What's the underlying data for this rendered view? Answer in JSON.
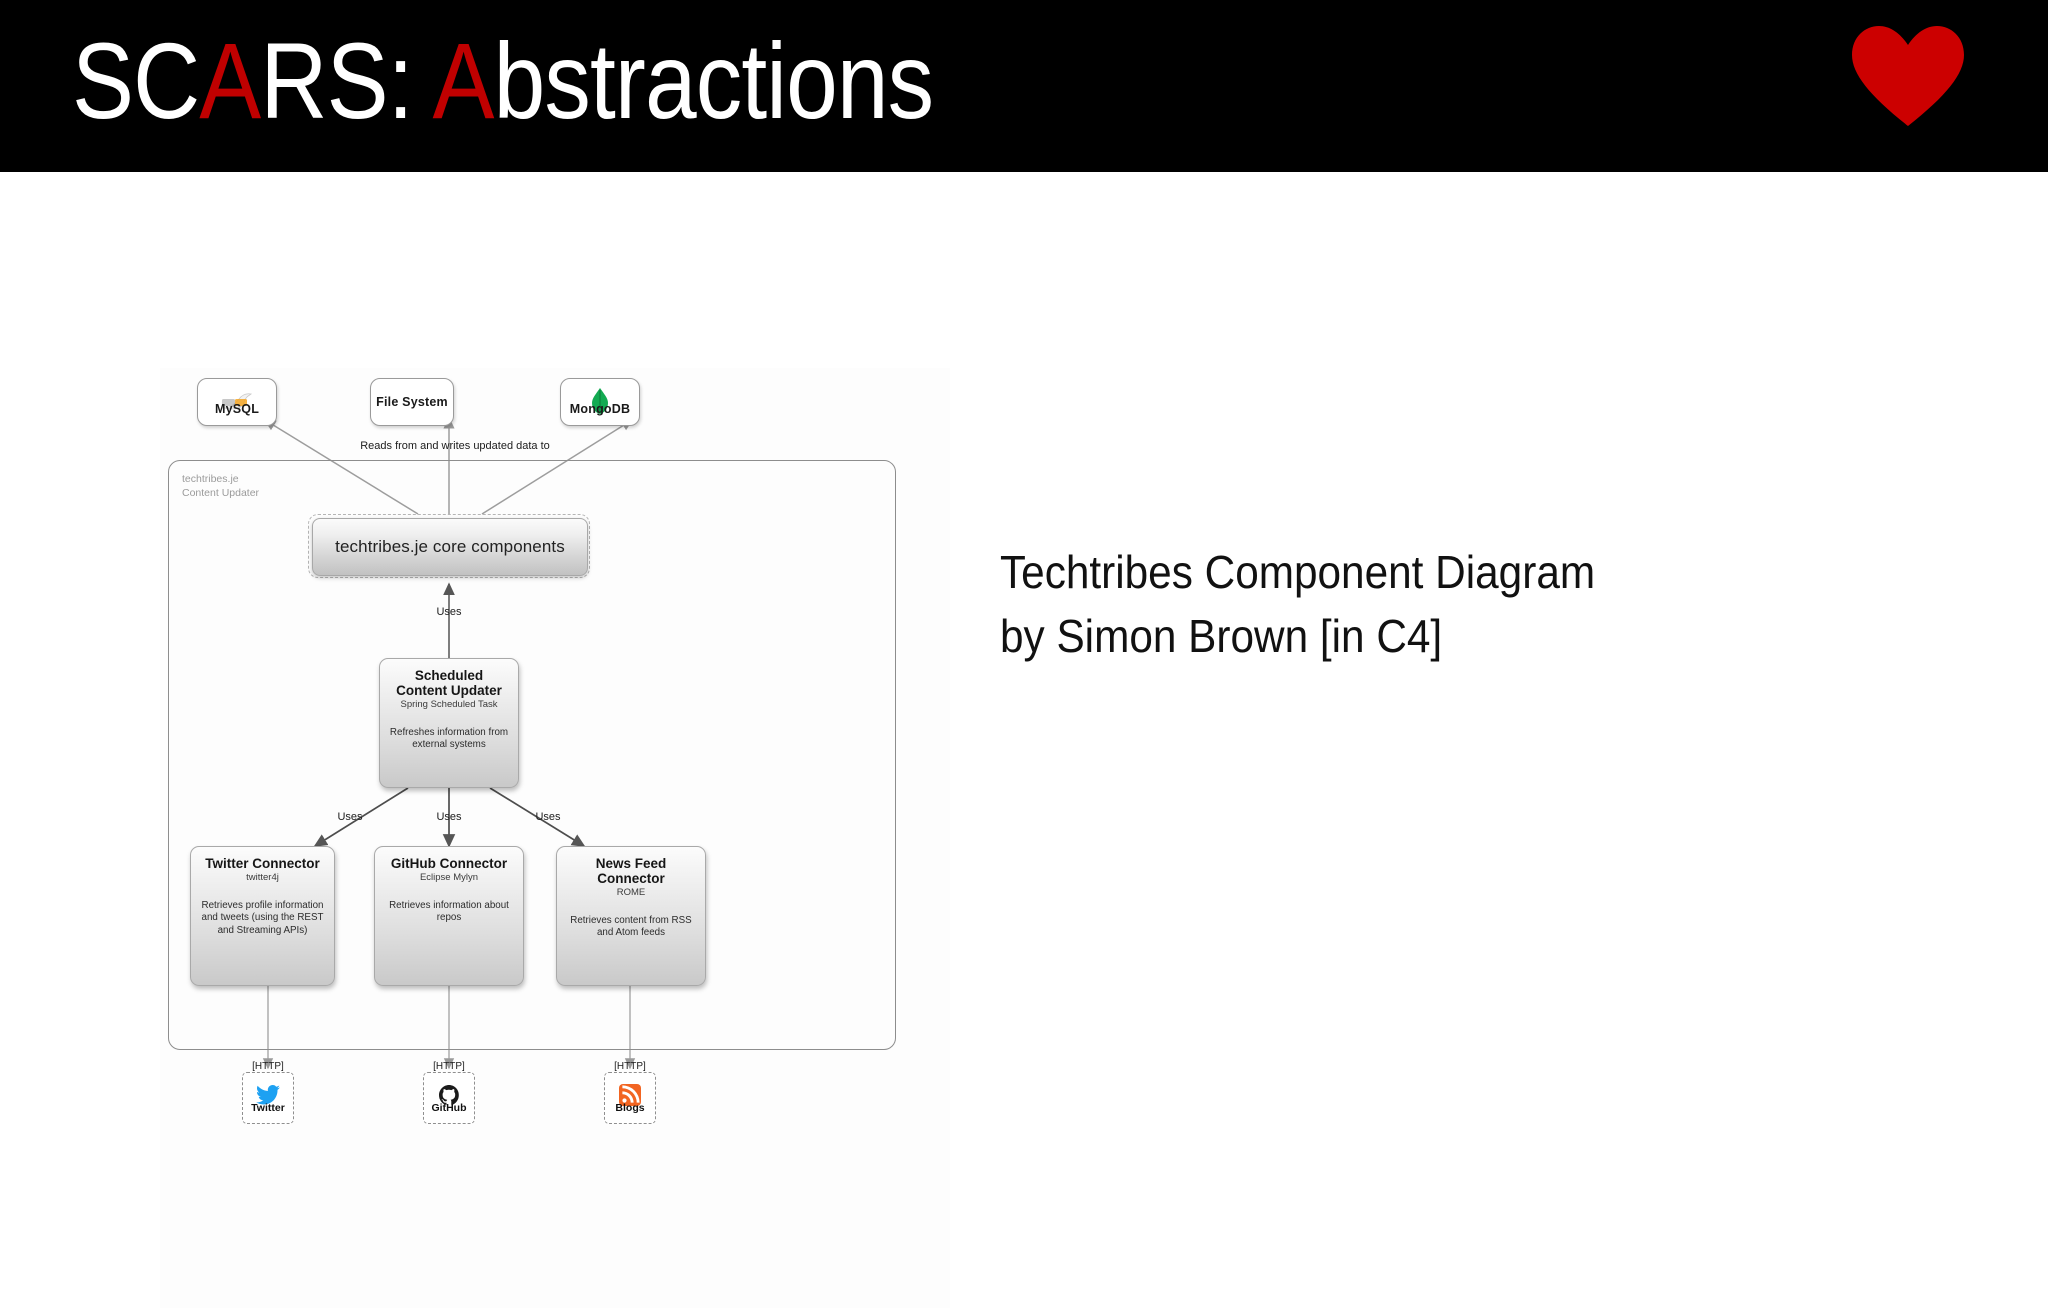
{
  "slide": {
    "title_parts": [
      {
        "text": "SC",
        "accent": false
      },
      {
        "text": "A",
        "accent": true
      },
      {
        "text": "RS: ",
        "accent": false
      },
      {
        "text": "A",
        "accent": true
      },
      {
        "text": "bstractions",
        "accent": false
      }
    ],
    "title_plain": "SCARS: Abstractions",
    "header_bg": "#000000",
    "accent_color": "#C00000",
    "heart_icon": "heart-icon",
    "heart_color": "#CC0000"
  },
  "caption": {
    "line1": "Techtribes Component Diagram",
    "line2": "by Simon Brown [in C4]"
  },
  "diagram": {
    "container": {
      "label_line1": "techtribes.je",
      "label_line2": "Content Updater"
    },
    "stores": [
      {
        "name": "MySQL",
        "glyph": "mysql-dolphin-icon"
      },
      {
        "name": "File System",
        "glyph": "none"
      },
      {
        "name": "MongoDB",
        "glyph": "mongodb-leaf-icon"
      }
    ],
    "core": {
      "label": "techtribes.je core components"
    },
    "scheduler": {
      "name": "Scheduled Content Updater",
      "tech": "Spring Scheduled Task",
      "desc": "Refreshes information from external systems"
    },
    "components": [
      {
        "name": "Twitter Connector",
        "tech": "twitter4j",
        "desc": "Retrieves profile information and tweets (using the REST and Streaming APIs)"
      },
      {
        "name": "GitHub Connector",
        "tech": "Eclipse Mylyn",
        "desc": "Retrieves information about repos"
      },
      {
        "name": "News Feed Connector",
        "tech": "ROME",
        "desc": "Retrieves content from RSS and Atom feeds"
      }
    ],
    "external_systems": [
      {
        "name": "Twitter",
        "glyph": "twitter-bird-icon"
      },
      {
        "name": "GitHub",
        "glyph": "github-octocat-icon"
      },
      {
        "name": "Blogs",
        "glyph": "rss-feed-icon"
      }
    ],
    "edges": {
      "reads_writes": "Reads from and writes updated data to",
      "uses_core": "Uses",
      "uses_twitter": "Uses",
      "uses_github": "Uses",
      "uses_newsfeed": "Uses",
      "http_twitter": "[HTTP]",
      "http_github": "[HTTP]",
      "http_blogs": "[HTTP]"
    }
  }
}
